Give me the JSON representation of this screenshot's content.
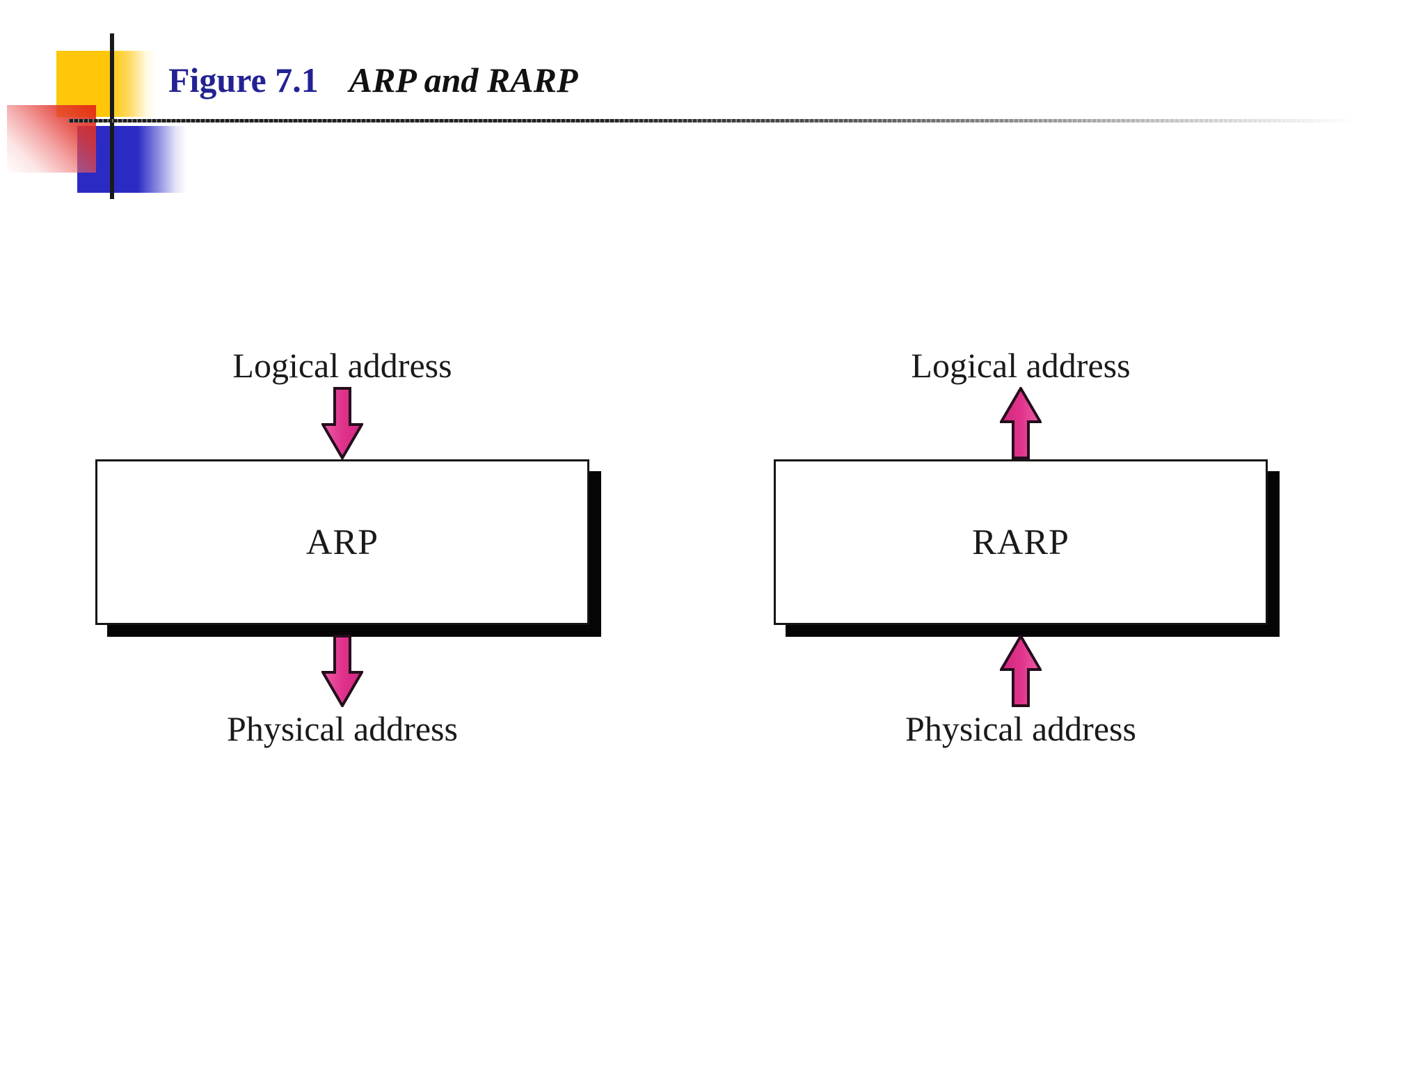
{
  "slide": {
    "background": "#ffffff",
    "header": {
      "figure_label": "Figure 7.1",
      "figure_title": "ARP and RARP",
      "figure_label_color": "#232293",
      "figure_title_color": "#111111"
    },
    "decoration": {
      "yellow_square": "#FFC60A",
      "red_square": "#E12812",
      "blue_square": "#2B2BC4",
      "accent_line": "#1A1A1A",
      "header_rule": "#242424"
    },
    "diagram": {
      "arrow_fill": "#E0338C",
      "arrow_outline": "#240E1C",
      "box_border": "#151515",
      "box_shadow": "#050505",
      "panels": [
        {
          "id": "arp",
          "top_label": "Logical address",
          "box_label": "ARP",
          "bottom_label": "Physical address",
          "flow": "down"
        },
        {
          "id": "rarp",
          "top_label": "Logical address",
          "box_label": "RARP",
          "bottom_label": "Physical address",
          "flow": "up"
        }
      ]
    }
  }
}
